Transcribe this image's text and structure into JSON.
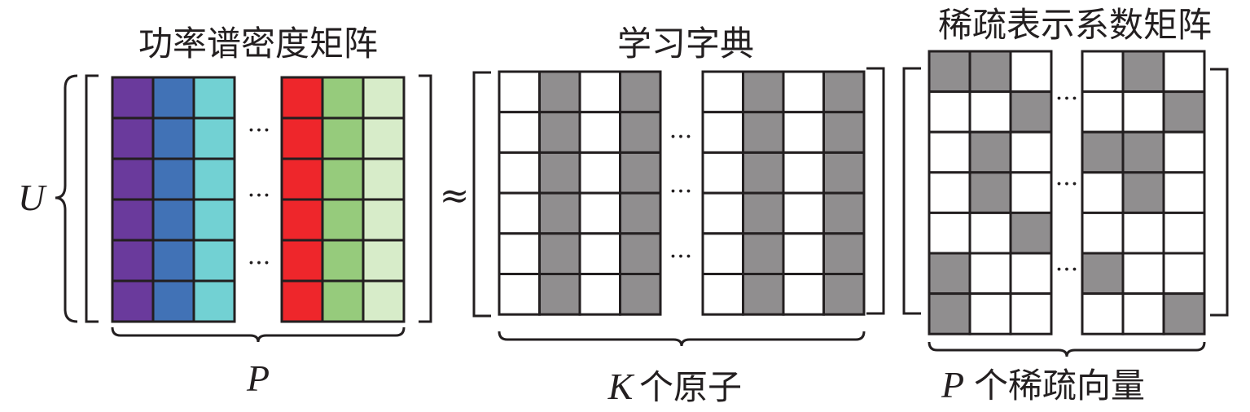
{
  "titles": {
    "psd_matrix": "功率谱密度矩阵",
    "dictionary": "学习字典",
    "sparse_matrix": "稀疏表示系数矩阵"
  },
  "labels": {
    "rows_symbol": "U",
    "approx_symbol": "≈",
    "psd_count": "P",
    "dict_count_symbol": "K",
    "dict_count_text": "个原子",
    "sparse_count_symbol": "P",
    "sparse_count_text": "个稀疏向量",
    "ellipsis": "···"
  },
  "psd_matrix": {
    "rows": 6,
    "column_colors": [
      "#6a3a9c",
      "#4172b6",
      "#72d1d3",
      "#ee262b",
      "#96cb7c",
      "#d7ecc9"
    ]
  },
  "dictionary": {
    "rows": 6,
    "left_block": [
      0,
      1,
      0,
      1
    ],
    "right_block": [
      0,
      1,
      0,
      1
    ],
    "fill_color": "#908e8f"
  },
  "sparse_matrix": {
    "fill_color": "#908e8f",
    "left_block": [
      [
        1,
        1,
        0
      ],
      [
        0,
        0,
        1
      ],
      [
        0,
        1,
        0
      ],
      [
        0,
        1,
        0
      ],
      [
        0,
        0,
        1
      ],
      [
        1,
        0,
        0
      ],
      [
        1,
        0,
        0
      ]
    ],
    "right_block": [
      [
        0,
        1,
        0
      ],
      [
        0,
        0,
        1
      ],
      [
        1,
        1,
        0
      ],
      [
        0,
        1,
        0
      ],
      [
        0,
        0,
        0
      ],
      [
        1,
        0,
        0
      ],
      [
        0,
        0,
        1
      ]
    ]
  }
}
